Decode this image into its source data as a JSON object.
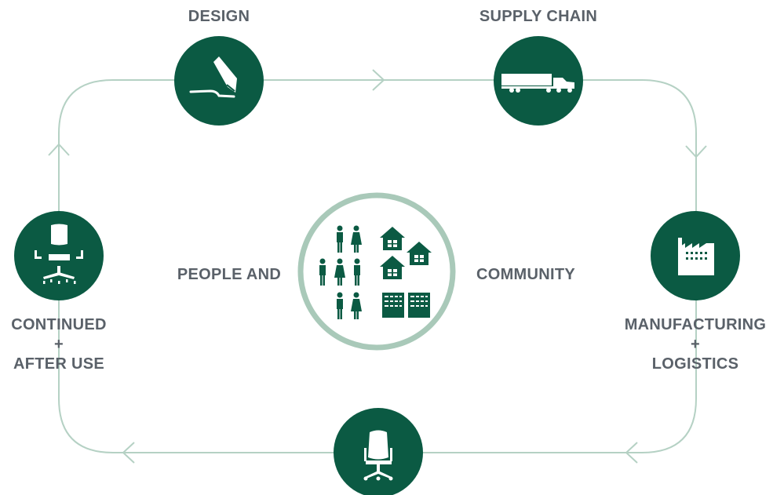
{
  "colors": {
    "node_fill": "#0b5a43",
    "loop_line": "#b5d1c4",
    "center_ring": "#a9c9b9",
    "label_text": "#5a6169",
    "icon_white": "#ffffff"
  },
  "stages": {
    "design": {
      "label": "DESIGN",
      "icon": "pencil-icon"
    },
    "supply_chain": {
      "label": "SUPPLY CHAIN",
      "icon": "truck-icon"
    },
    "manufacturing": {
      "line1": "MANUFACTURING",
      "line2": "+",
      "line3": "LOGISTICS",
      "icon": "factory-icon"
    },
    "use": {
      "icon": "office-chair-icon"
    },
    "after_use": {
      "line1": "CONTINUED",
      "line2": "+",
      "line3": "AFTER USE",
      "icon": "disassembled-chair-icon"
    }
  },
  "center": {
    "left_label": "PEOPLE AND",
    "right_label": "COMMUNITY",
    "icon": "people-and-buildings-icon"
  }
}
